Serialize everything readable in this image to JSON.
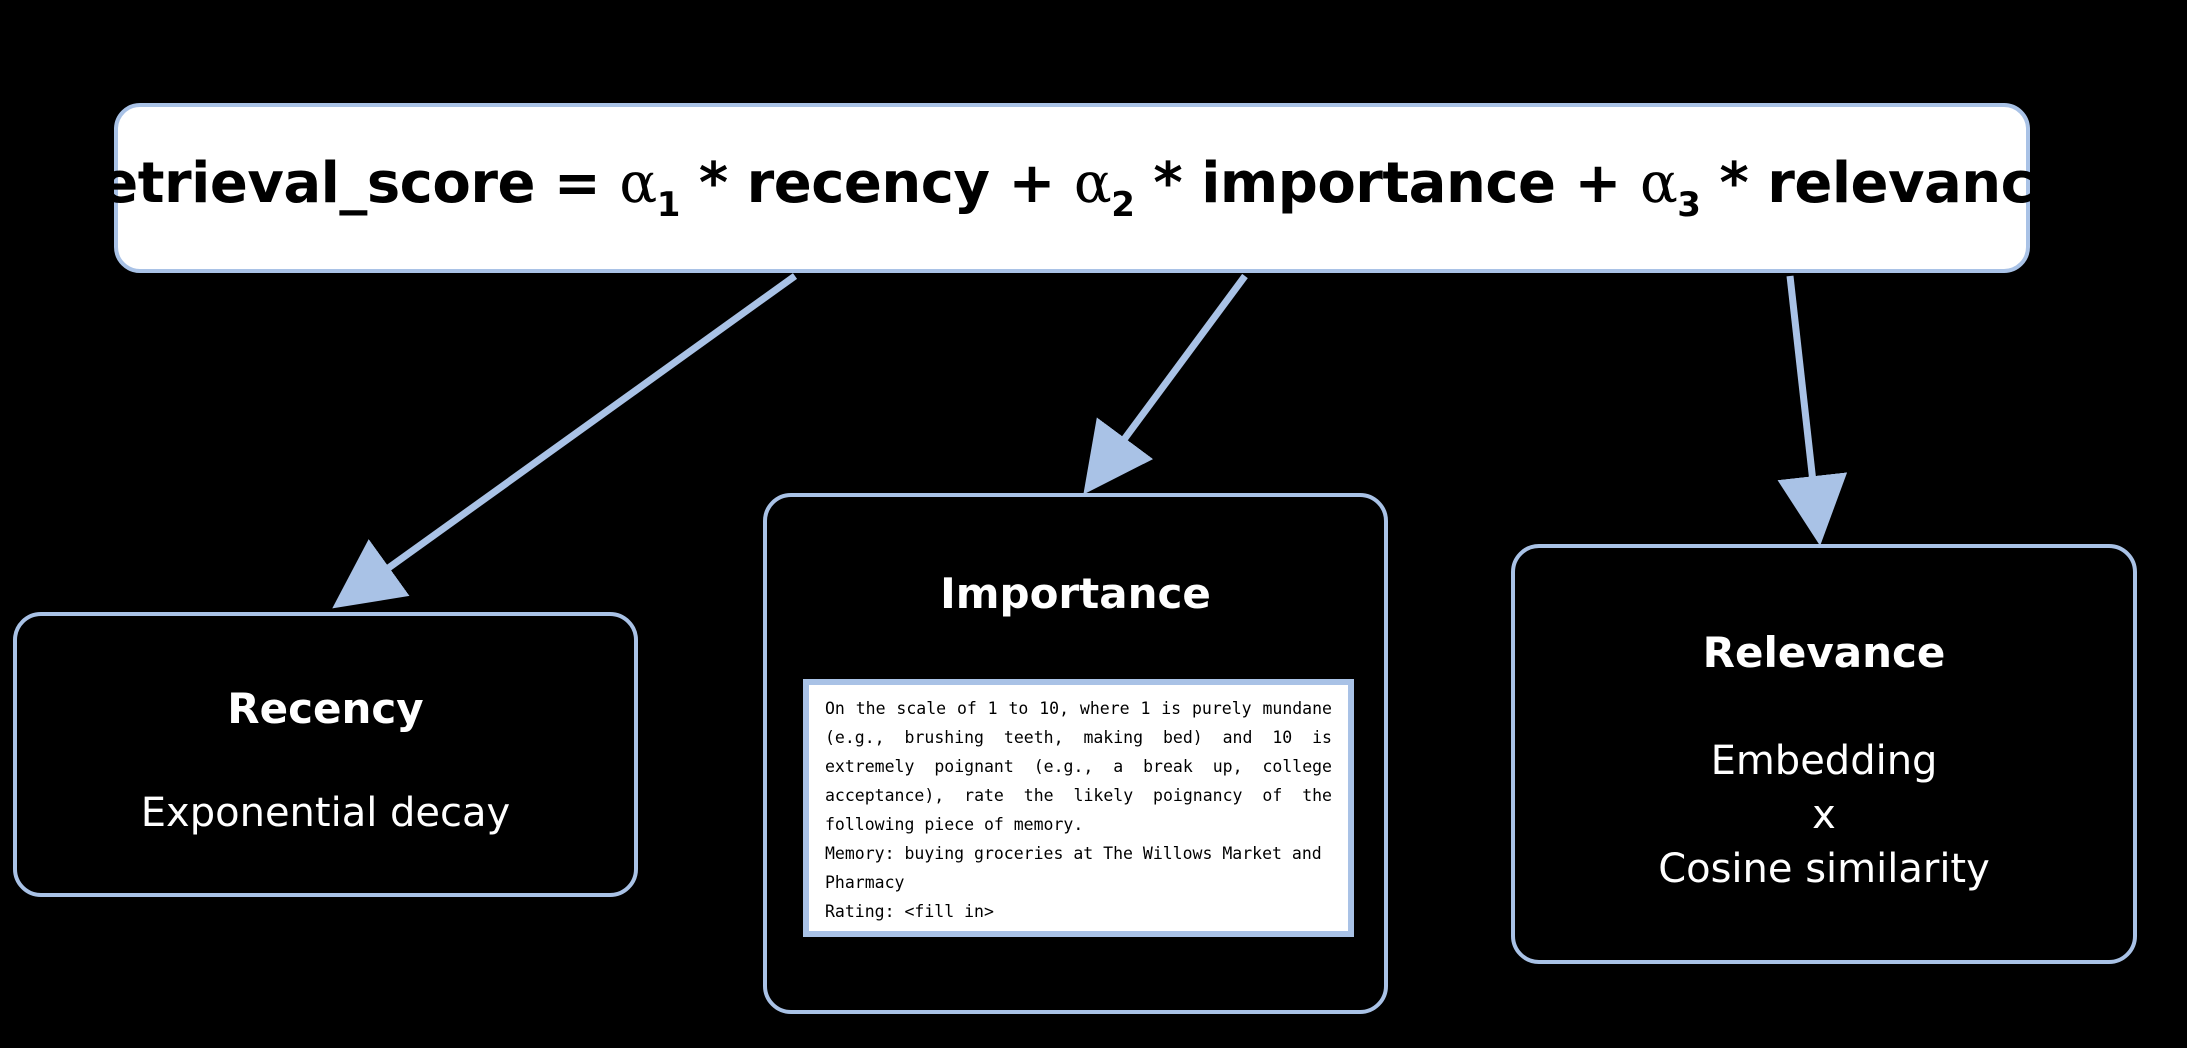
{
  "formula": {
    "lhs": "retrieval_score =",
    "alpha": "α",
    "terms": [
      {
        "sub": "1",
        "op": "* recency",
        "plus": "+"
      },
      {
        "sub": "2",
        "op": "* importance",
        "plus": "+"
      },
      {
        "sub": "3",
        "op": "* relevance",
        "plus": ""
      }
    ]
  },
  "nodes": {
    "recency": {
      "title": "Recency",
      "body": "Exponential decay"
    },
    "importance": {
      "title": "Importance",
      "prompt": "On the scale of 1 to 10, where 1 is purely mundane (e.g., brushing teeth, making bed) and 10 is extremely poignant (e.g., a break up, college acceptance), rate the likely poignancy of the following piece of memory.",
      "memory": "Memory: buying groceries at The Willows Market and Pharmacy",
      "rating": "Rating: <fill in>"
    },
    "relevance": {
      "title": "Relevance",
      "body_line1": "Embedding",
      "body_line2": "x",
      "body_line3": "Cosine similarity"
    }
  },
  "colors": {
    "background": "#000000",
    "border": "#a9c2e6",
    "arrow": "#a9c2e6",
    "text_light": "#ffffff",
    "text_dark": "#000000"
  }
}
